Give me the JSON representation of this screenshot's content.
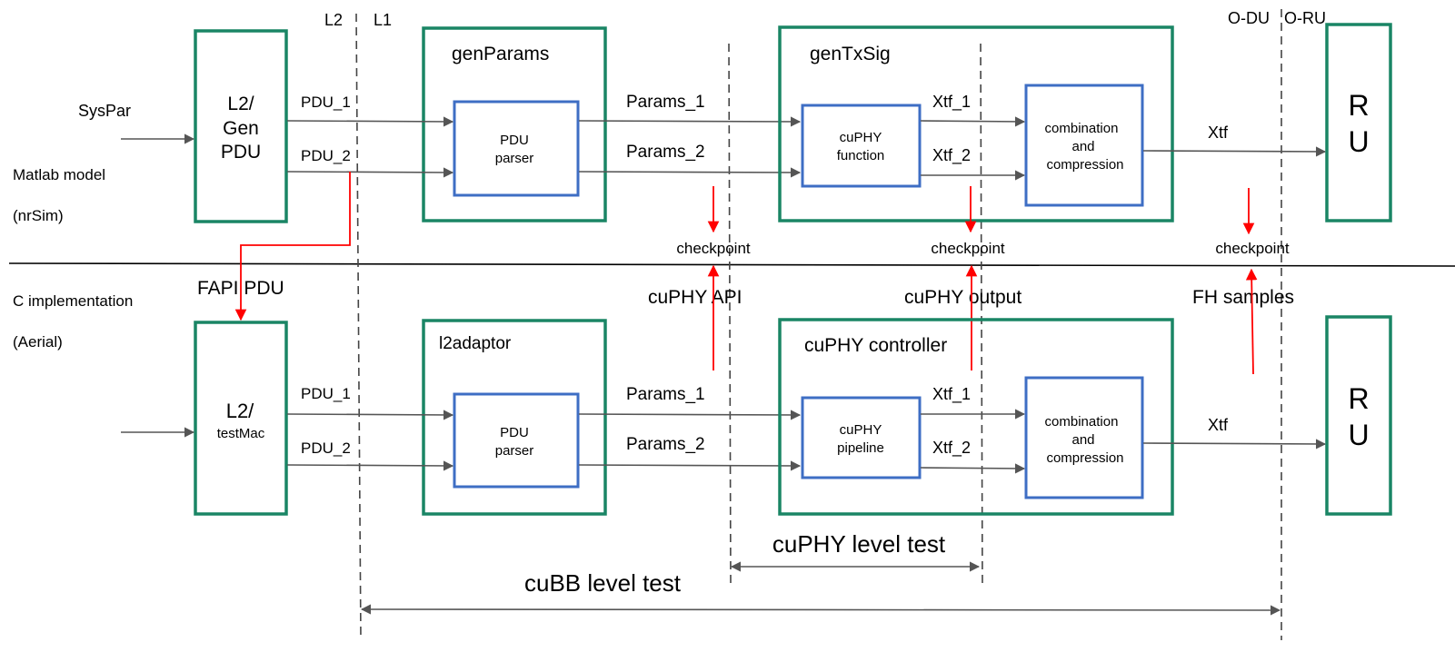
{
  "layer_labels": {
    "l2": "L2",
    "l1": "L1",
    "odu": "O-DU",
    "oru": "O-RU"
  },
  "rows": {
    "top": {
      "model": "Matlab model",
      "model_sub": "(nrSim)",
      "input": "SysPar",
      "l2_block": [
        "L2/",
        "Gen",
        "PDU"
      ],
      "pdu1": "PDU_1",
      "pdu2": "PDU_2",
      "params_block": "genParams",
      "parser": [
        "PDU",
        "parser"
      ],
      "params1": "Params_1",
      "params2": "Params_2",
      "tx_block": "genTxSig",
      "func": [
        "cuPHY",
        "function"
      ],
      "xtf1": "Xtf_1",
      "xtf2": "Xtf_2",
      "combo": [
        "combination",
        "and",
        "compression"
      ],
      "xtf": "Xtf",
      "ru": [
        "R",
        "U"
      ]
    },
    "bottom": {
      "model": "C implementation",
      "model_sub": "(Aerial)",
      "l2_block": [
        "L2/",
        "testMac"
      ],
      "pdu1": "PDU_1",
      "pdu2": "PDU_2",
      "params_block": "l2adaptor",
      "parser": [
        "PDU",
        "parser"
      ],
      "params1": "Params_1",
      "params2": "Params_2",
      "tx_block": "cuPHY controller",
      "func": [
        "cuPHY",
        "pipeline"
      ],
      "xtf1": "Xtf_1",
      "xtf2": "Xtf_2",
      "combo": [
        "combination",
        "and",
        "compression"
      ],
      "xtf": "Xtf",
      "ru": [
        "R",
        "U"
      ]
    }
  },
  "fapi": "FAPI PDU",
  "checkpoints": [
    {
      "label": "checkpoint",
      "interface": "cuPHY API"
    },
    {
      "label": "checkpoint",
      "interface": "cuPHY output"
    },
    {
      "label": "checkpoint",
      "interface": "FH samples"
    }
  ],
  "scopes": {
    "cuphy": "cuPHY level test",
    "cubb": "cuBB level test"
  },
  "colors": {
    "block": "#1a8565",
    "sub_block": "#3e6ec4",
    "checkpoint": "#ff0000"
  }
}
